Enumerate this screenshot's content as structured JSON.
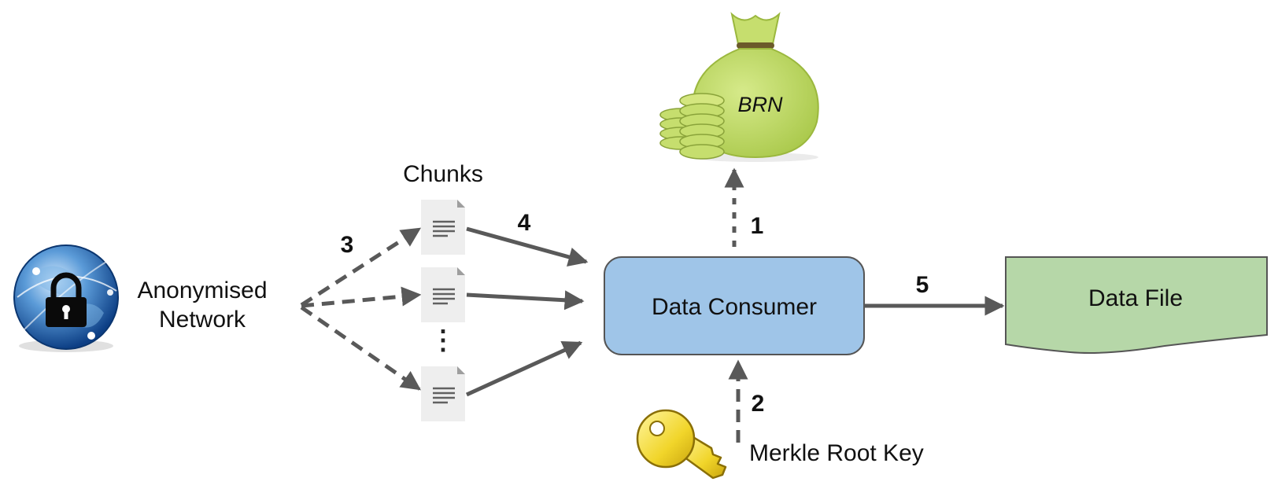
{
  "network": {
    "label_line1": "Anonymised",
    "label_line2": "Network",
    "icon": "globe-lock-icon"
  },
  "chunks": {
    "label": "Chunks",
    "ellipsis": "⋮",
    "icon": "document-icon"
  },
  "consumer": {
    "label": "Data Consumer",
    "fill": "#9fc5e8",
    "stroke": "#555555"
  },
  "data_file": {
    "label": "Data File",
    "fill": "#b6d7a8",
    "stroke": "#555555"
  },
  "token": {
    "label": "BRN",
    "icon": "money-bag-icon",
    "color": "#c6de6e"
  },
  "key": {
    "label": "Merkle Root Key",
    "icon": "key-icon",
    "color": "#f3e23a"
  },
  "steps": {
    "s1": "1",
    "s2": "2",
    "s3": "3",
    "s4": "4",
    "s5": "5"
  },
  "arrow_color": "#595959"
}
